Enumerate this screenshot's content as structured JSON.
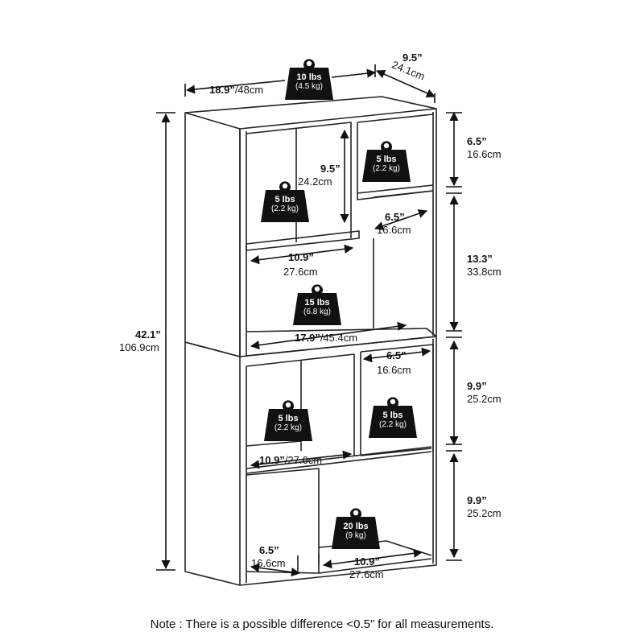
{
  "dimensions": {
    "top_width": {
      "in": "18.9”",
      "cm": "/48cm"
    },
    "top_depth": {
      "in": "9.5”",
      "cm": "24.1cm"
    },
    "total_height": {
      "in": "42.1”",
      "cm": "106.9cm"
    },
    "top_right_cell_height": {
      "in": "6.5”",
      "cm": "16.6cm"
    },
    "top_left_cell_height": {
      "in": "9.5”",
      "cm": "24.2cm"
    },
    "top_right_cell_width": {
      "in": "6.5”",
      "cm": "16.6cm"
    },
    "right_mid_height": {
      "in": "13.3”",
      "cm": "33.8cm"
    },
    "top_left_cell_width": {
      "in": "10.9”",
      "cm": "27.6cm"
    },
    "middle_shelf_width": {
      "in": "17.9”",
      "cm": "/45.4cm"
    },
    "lower_right_cell_width": {
      "in": "6.5”",
      "cm": "16.6cm"
    },
    "lower_upper_height": {
      "in": "9.9”",
      "cm": "25.2cm"
    },
    "lower_left_cell_width": {
      "in": "10.9”",
      "cm": "/27.6cm"
    },
    "bottom_height": {
      "in": "9.9”",
      "cm": "25.2cm"
    },
    "bottom_left_cell_width": {
      "in": "6.5”",
      "cm": "16.6cm"
    },
    "bottom_right_cell_width": {
      "in": "10.9”",
      "cm": "27.6cm"
    }
  },
  "weights": {
    "top": {
      "lbs": "10 lbs",
      "kg": "(4.5 kg)"
    },
    "top_right_cell": {
      "lbs": "5 lbs",
      "kg": "(2.2 kg)"
    },
    "top_left_cell": {
      "lbs": "5 lbs",
      "kg": "(2.2 kg)"
    },
    "middle_shelf": {
      "lbs": "15 lbs",
      "kg": "(6.8 kg)"
    },
    "lower_left_cell": {
      "lbs": "5 lbs",
      "kg": "(2.2 kg)"
    },
    "lower_right_cell": {
      "lbs": "5 lbs",
      "kg": "(2.2 kg)"
    },
    "bottom_cell": {
      "lbs": "20 lbs",
      "kg": "(9 kg)"
    }
  },
  "note": "Note : There is a possible difference <0.5” for all measurements."
}
